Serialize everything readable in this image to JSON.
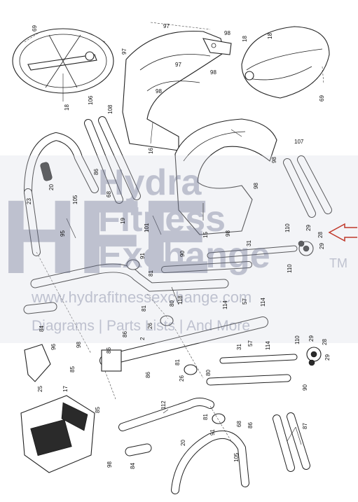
{
  "watermark": {
    "logo_letters": "HFE",
    "brand_lines": [
      "Hydra",
      "Fitness",
      "Exchange"
    ],
    "trademark": "TM",
    "url": "www.hydrafitnessexchange.com",
    "tagline": "Diagrams | Parts Lists | And More",
    "color": "#8a90a8"
  },
  "arrow_color": "#c0392b",
  "part_labels": {
    "p69a": "69",
    "p97a": "97",
    "p98a": "98",
    "p18a": "18",
    "p97b": "97",
    "p97c": "97",
    "p98b": "98",
    "p98c": "98",
    "p18b": "18",
    "p18c": "18",
    "p69b": "69",
    "p106": "106",
    "p108": "108",
    "p16": "16",
    "p98d": "98",
    "p107": "107",
    "p86a": "86",
    "p20a": "20",
    "p23": "23",
    "p105a": "105",
    "p68a": "68",
    "p19": "19",
    "p15": "15",
    "p98e": "98",
    "p98f": "98",
    "p95": "95",
    "p101": "101",
    "p91a": "91",
    "p90a": "90",
    "p31a": "31",
    "p110a": "110",
    "p29a": "29",
    "p28a": "28",
    "p29b": "29",
    "p110b": "110",
    "p81a": "81",
    "p118": "118",
    "p114a": "114",
    "p57a": "57",
    "p114b": "114",
    "p80a": "80",
    "p81b": "81",
    "p26a": "26",
    "p84a": "84",
    "p96": "96",
    "p98g": "98",
    "p86b": "86",
    "p2": "2",
    "p86c": "86",
    "p31b": "31",
    "p57b": "57",
    "p114c": "114",
    "p110c": "110",
    "p29c": "29",
    "p28b": "28",
    "p29d": "29",
    "p25": "25",
    "p85a": "85",
    "p17": "17",
    "p86d": "86",
    "p81c": "81",
    "p26b": "26",
    "p80b": "80",
    "p90b": "90",
    "p85b": "85",
    "p112": "112",
    "p81d": "81",
    "p68b": "68",
    "p86e": "86",
    "p91b": "91",
    "p20b": "20",
    "p84b": "84",
    "p98h": "98",
    "p87": "87",
    "p105b": "105"
  }
}
